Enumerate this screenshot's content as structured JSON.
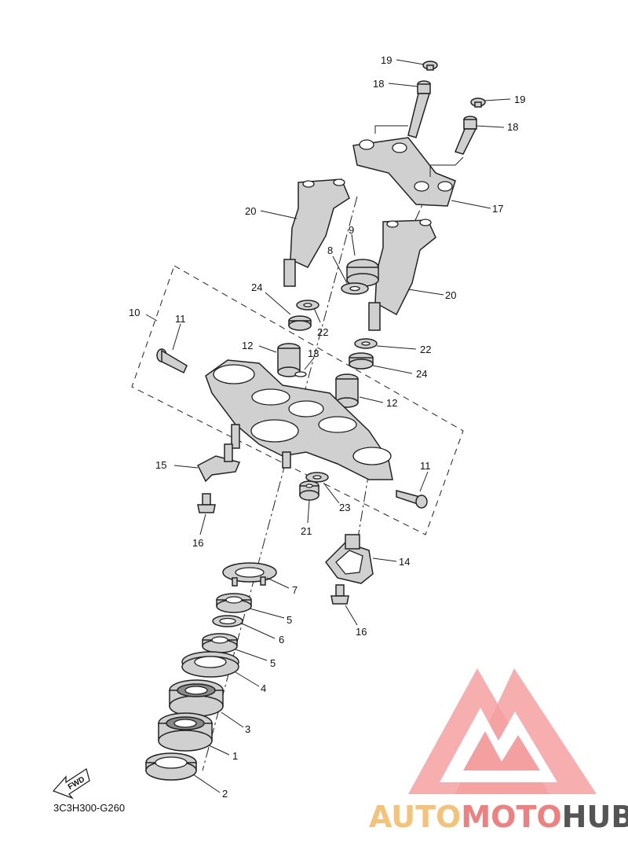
{
  "diagram_code": "3C3H300-G260",
  "fwd_label": "FWD",
  "watermark": {
    "part1": "AUTO",
    "part2": "MOTO",
    "part3": "HUB",
    "color_light": "#f5c27a",
    "color_red": "#f08080",
    "color_gray": "#555555",
    "logo_color": "#f4a0a0"
  },
  "callouts": {
    "c1": "1",
    "c2": "2",
    "c3": "3",
    "c4": "4",
    "c5a": "5",
    "c5b": "5",
    "c6": "6",
    "c7": "7",
    "c8": "8",
    "c9": "9",
    "c10": "10",
    "c11a": "11",
    "c11b": "11",
    "c12a": "12",
    "c12b": "12",
    "c13": "13",
    "c14": "14",
    "c15": "15",
    "c16a": "16",
    "c16b": "16",
    "c17": "17",
    "c18a": "18",
    "c18b": "18",
    "c19a": "19",
    "c19b": "19",
    "c20a": "20",
    "c20b": "20",
    "c21": "21",
    "c22a": "22",
    "c22b": "22",
    "c23": "23",
    "c24a": "24",
    "c24b": "24"
  }
}
